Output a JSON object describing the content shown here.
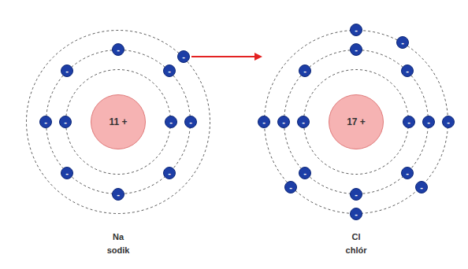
{
  "diagram": {
    "nodes": [
      {
        "text": [
          "Na",
          "sodik"
        ]
      },
      {
        "text": [
          "11 +"
        ],
        "in": 0
      },
      {
        "text": [
          "-"
        ],
        "in": 0
      },
      {
        "text": [
          "-"
        ],
        "in": 0
      },
      {
        "text": [
          "-"
        ],
        "in": 0
      },
      {
        "text": [
          "-"
        ],
        "in": 0
      },
      {
        "text": [
          "-"
        ],
        "in": 0
      },
      {
        "text": [
          "-"
        ],
        "in": 0
      },
      {
        "text": [
          "-"
        ],
        "in": 0
      },
      {
        "text": [
          "-"
        ],
        "in": 0
      },
      {
        "text": [
          "-"
        ],
        "in": 0
      },
      {
        "text": [
          "-"
        ],
        "in": 0
      },
      {
        "text": [
          "-"
        ],
        "in": 0
      },
      {
        "text": [
          "Cl",
          "chlór"
        ]
      },
      {
        "text": [
          "17 +"
        ],
        "in": 13
      },
      {
        "text": [
          "-"
        ],
        "in": 13
      },
      {
        "text": [
          "-"
        ],
        "in": 13
      },
      {
        "text": [
          "-"
        ],
        "in": 13
      },
      {
        "text": [
          "-"
        ],
        "in": 13
      },
      {
        "text": [
          "-"
        ],
        "in": 13
      },
      {
        "text": [
          "-"
        ],
        "in": 13
      },
      {
        "text": [
          "-"
        ],
        "in": 13
      },
      {
        "text": [
          "-"
        ],
        "in": 13
      },
      {
        "text": [
          "-"
        ],
        "in": 13
      },
      {
        "text": [
          "-"
        ],
        "in": 13
      },
      {
        "text": [
          "-"
        ],
        "in": 13
      },
      {
        "text": [
          "-"
        ],
        "in": 13
      },
      {
        "text": [
          "-"
        ],
        "in": 13
      },
      {
        "text": [
          "-"
        ],
        "in": 13
      },
      {
        "text": [
          "-"
        ],
        "in": 13
      },
      {
        "text": [
          "-"
        ],
        "in": 13
      },
      {
        "text": [
          "-"
        ],
        "in": 13
      }
    ],
    "edges": [
      {
        "from": 12,
        "to": 13,
        "arrow": "to"
      }
    ]
  }
}
